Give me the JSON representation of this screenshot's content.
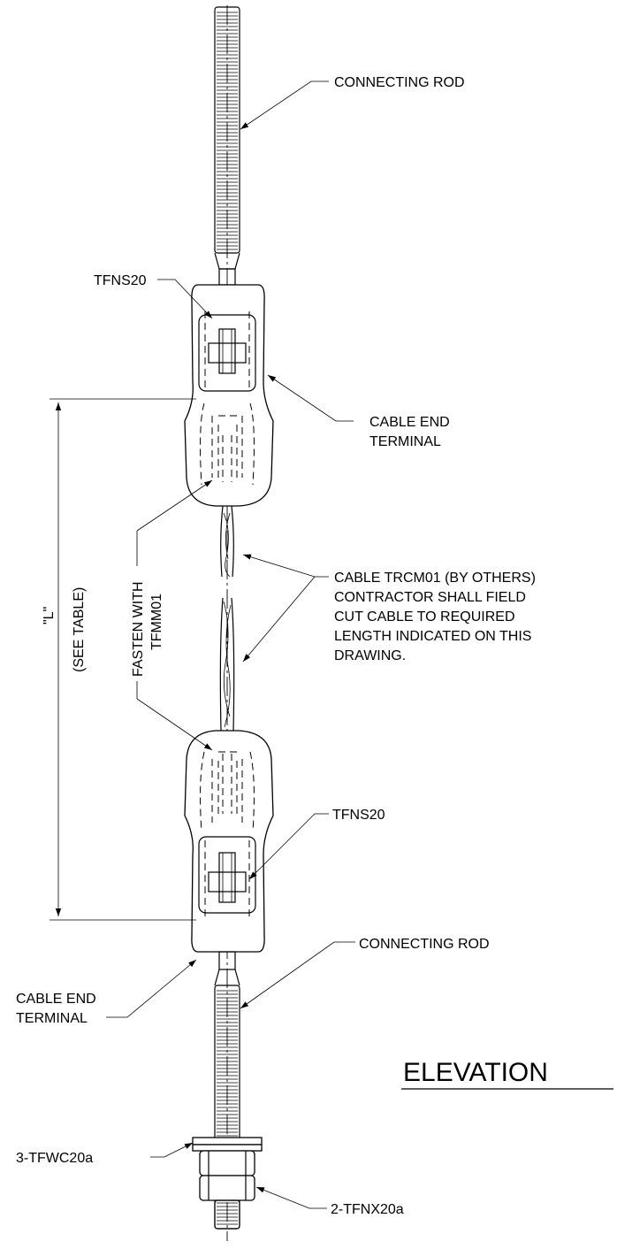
{
  "labels": {
    "connecting_rod_top": "CONNECTING  ROD",
    "tfns20_top": "TFNS20",
    "cable_end_terminal_top_1": "CABLE  END",
    "cable_end_terminal_top_2": "TERMINAL",
    "cable_note_1": "CABLE  TRCM01  (BY  OTHERS)",
    "cable_note_2": "CONTRACTOR  SHALL  FIELD",
    "cable_note_3": "CUT  CABLE  TO  REQUIRED",
    "cable_note_4": "LENGTH  INDICATED  ON  THIS",
    "cable_note_5": "DRAWING.",
    "fasten_with_1": "FASTEN  WITH",
    "fasten_with_2": "TFMM01",
    "dimension_l": "\"L\"",
    "see_table": "(SEE  TABLE)",
    "tfns20_bottom": "TFNS20",
    "cable_end_terminal_bottom_1": "CABLE  END",
    "cable_end_terminal_bottom_2": "TERMINAL",
    "connecting_rod_bottom": "CONNECTING  ROD",
    "elevation_title": "ELEVATION",
    "washer_callout": "3-TFWC20a",
    "nut_callout": "2-TFNX20a"
  }
}
